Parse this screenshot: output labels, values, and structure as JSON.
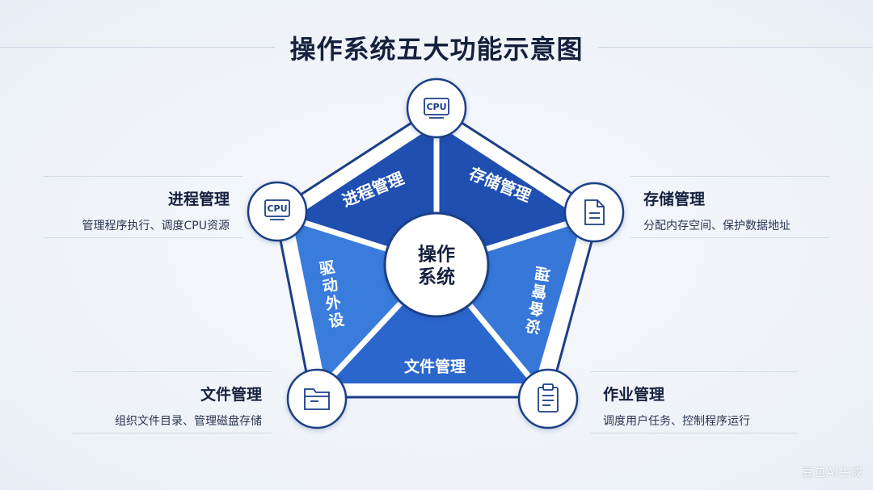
{
  "title": "操作系统五大功能示意图",
  "center": {
    "line1": "操作",
    "line2": "系统"
  },
  "sectors": {
    "process": "进程管理",
    "storage": "存储管理",
    "device": "设备管理",
    "file": "文件管理",
    "driver": "驱动外设"
  },
  "icons": {
    "top": {
      "name": "cpu-icon",
      "label": "CPU"
    },
    "left": {
      "name": "cpu-icon",
      "label": "CPU"
    },
    "right": {
      "name": "document-icon"
    },
    "bottom_left": {
      "name": "folder-icon"
    },
    "bottom_right": {
      "name": "clipboard-icon"
    }
  },
  "callouts": {
    "process": {
      "title": "进程管理",
      "desc": "管理程序执行、调度CPU资源"
    },
    "storage": {
      "title": "存储管理",
      "desc": "分配内存空间、保护数据地址"
    },
    "file": {
      "title": "文件管理",
      "desc": "组织文件目录、管理磁盘存储"
    },
    "job": {
      "title": "作业管理",
      "desc": "调度用户任务、控制程序运行"
    }
  },
  "watermark": "豆包AI生成",
  "colors": {
    "dark_blue": "#1f4fb0",
    "mid_blue": "#2f6ad0",
    "light_blue": "#3f7fde",
    "outline": "#1c3f86",
    "text_dark": "#14203d"
  }
}
